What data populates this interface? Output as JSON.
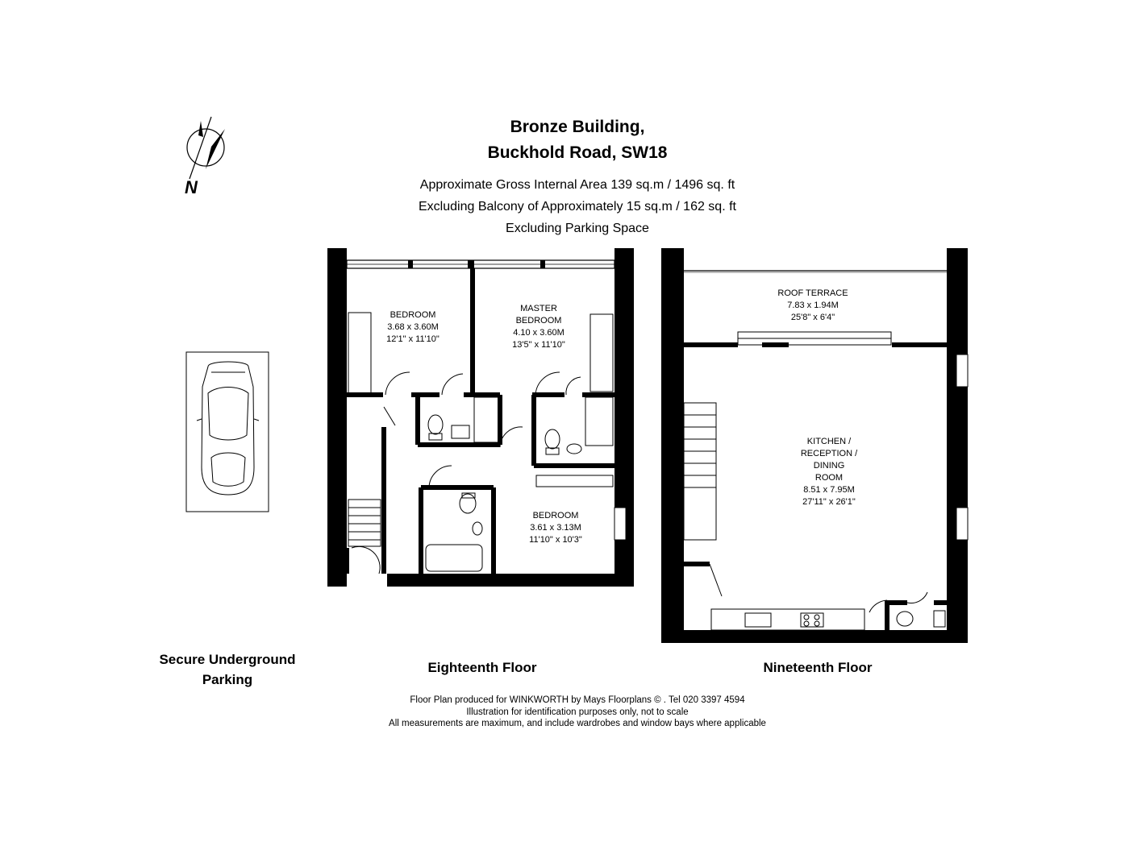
{
  "title": {
    "line1": "Bronze Building,",
    "line2": "Buckhold Road, SW18"
  },
  "areas": {
    "gross": "Approximate Gross Internal Area 139 sq.m  /  1496 sq. ft",
    "balcony": "Excluding Balcony of Approximately 15 sq.m  /  162 sq. ft",
    "parking": "Excluding Parking Space"
  },
  "compass": {
    "label": "N",
    "icon": "north-arrow-icon"
  },
  "parking": {
    "label_line1": "Secure Underground",
    "label_line2": "Parking",
    "icon": "car-icon"
  },
  "eighteenth": {
    "name": "Eighteenth Floor",
    "rooms": [
      {
        "name": "BEDROOM",
        "metric": "3.68 x 3.60M",
        "imperial": "12'1\" x 11'10\""
      },
      {
        "name_line1": "MASTER",
        "name_line2": "BEDROOM",
        "metric": "4.10 x 3.60M",
        "imperial": "13'5\" x 11'10\""
      },
      {
        "name": "BEDROOM",
        "metric": "3.61 x 3.13M",
        "imperial": "11'10\" x 10'3\""
      }
    ]
  },
  "nineteenth": {
    "name": "Nineteenth Floor",
    "rooms": [
      {
        "name": "ROOF TERRACE",
        "metric": "7.83 x 1.94M",
        "imperial": "25'8\" x 6'4\""
      },
      {
        "name_line1": "KITCHEN /",
        "name_line2": "RECEPTION /",
        "name_line3": "DINING",
        "name_line4": "ROOM",
        "metric": "8.51 x 7.95M",
        "imperial": "27'11\" x 26'1\""
      }
    ]
  },
  "footer": {
    "line1": "Floor Plan produced for WINKWORTH by Mays Floorplans © . Tel 020 3397 4594",
    "line2": "Illustration for identification purposes only, not to scale",
    "line3": "All measurements are maximum, and include wardrobes and window bays where applicable"
  }
}
